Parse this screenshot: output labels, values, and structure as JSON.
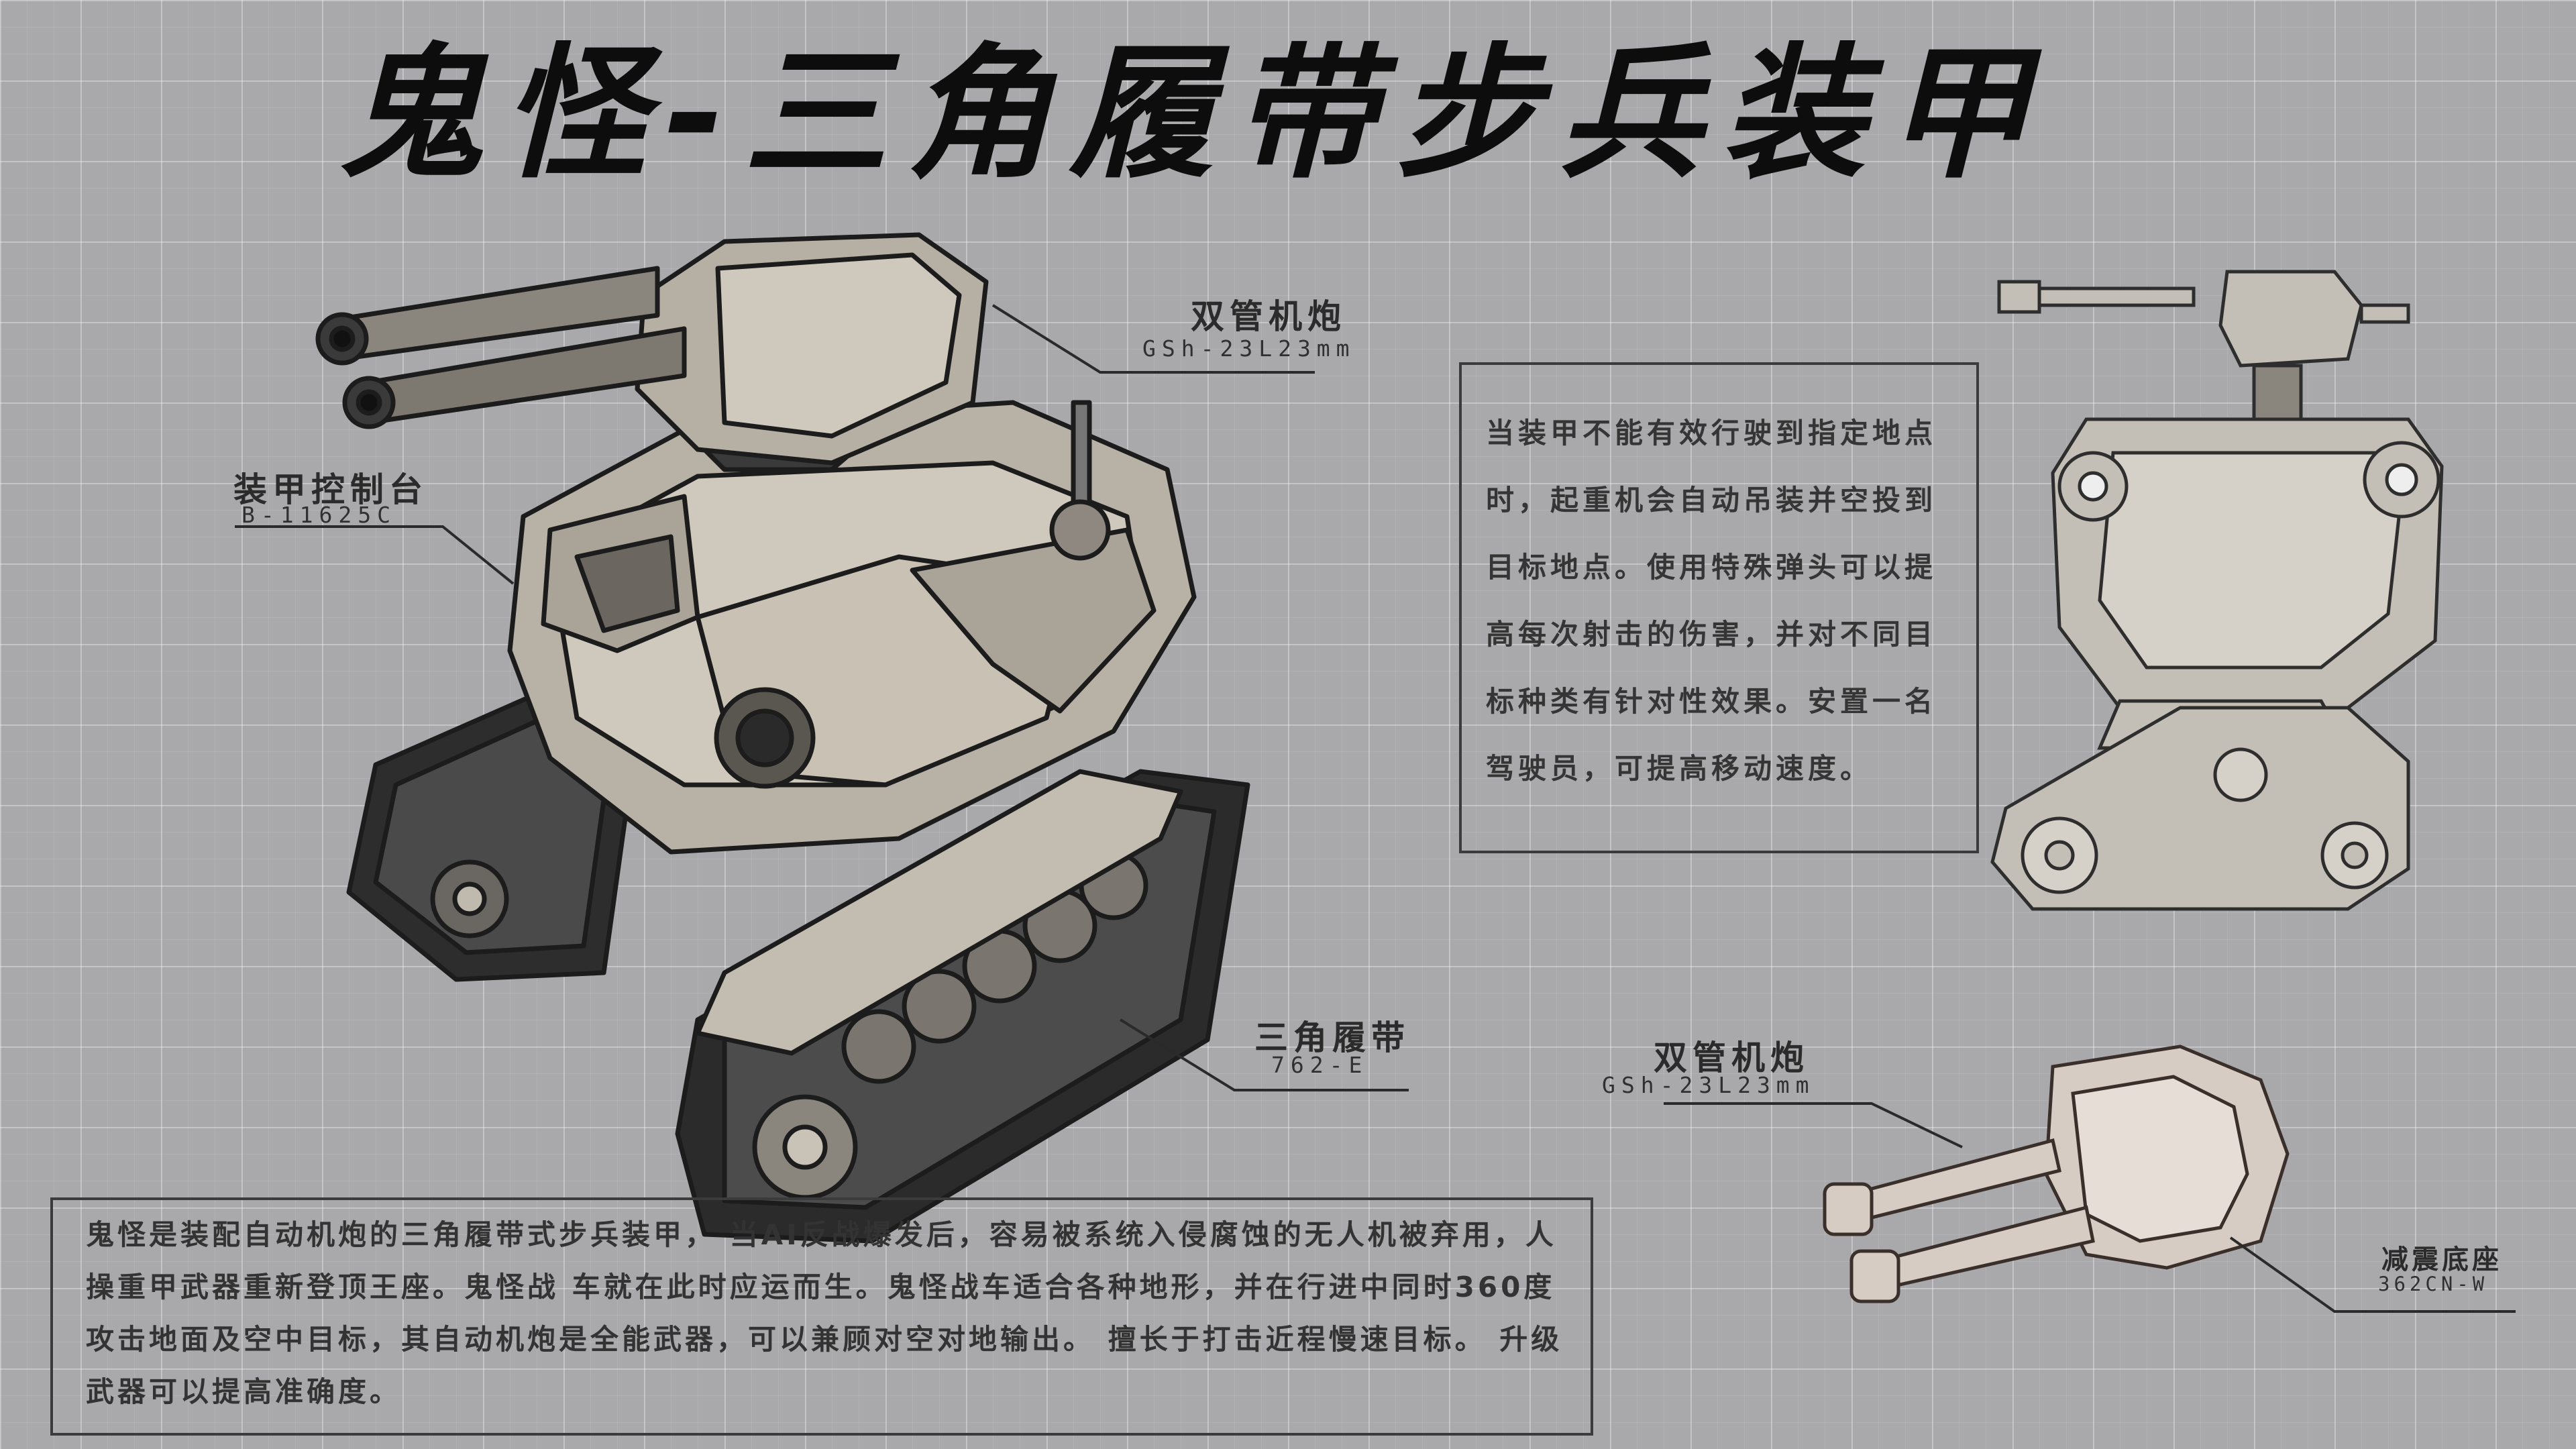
{
  "title": "鬼怪-三角履带步兵装甲",
  "callouts": {
    "turret_gun": {
      "name": "双管机炮",
      "code": "GSh-23L23mm"
    },
    "control_console": {
      "name": "装甲控制台",
      "code": "B-11625C"
    },
    "track": {
      "name": "三角履带",
      "code": "762-E"
    },
    "detail_gun": {
      "name": "双管机炮",
      "code": "GSh-23L23mm"
    },
    "base": {
      "name": "减震底座",
      "code": "362CN-W"
    }
  },
  "ability_description": "当装甲不能有效行驶到指定地点时，起重机会自动吊装并空投到目标地点。使用特殊弹头可以提高每次射击的伤害，并对不同目标种类有针对性效果。安置一名驾驶员，可提高移动速度。",
  "story": "鬼怪是装配自动机炮的三角履带式步兵装甲， 当AI反战爆发后，容易被系统入侵腐蚀的无人机被弃用，人操重甲武器重新登顶王座。鬼怪战 车就在此时应运而生。鬼怪战车适合各种地形，并在行进中同时360度攻击地面及空中目标，其自动机炮是全能武器，可以兼顾对空对地输出。 擅长于打击近程慢速目标。 升级武器可以提高准确度。",
  "colors": {
    "background": "#a9a9ab",
    "ink": "#0d0d0d",
    "armor": "#bdb7ad",
    "track": "#2a2a2a"
  }
}
